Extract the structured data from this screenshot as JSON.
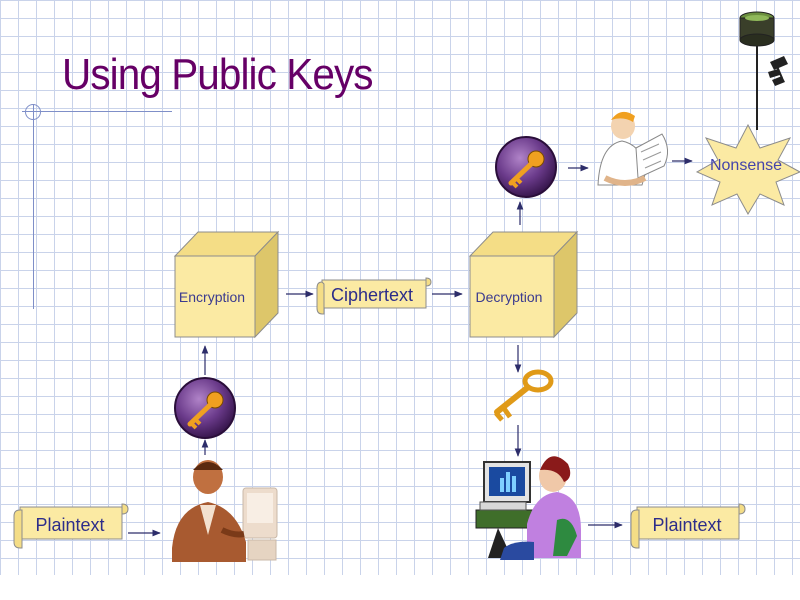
{
  "title": "Using Public Keys",
  "nodes": {
    "encryption": "Encryption",
    "decryption": "Decryption",
    "ciphertext": "Ciphertext",
    "plaintext_in": "Plaintext",
    "plaintext_out": "Plaintext",
    "nonsense": "Nonsense"
  },
  "icons": {
    "public_key": "key-medallion-icon",
    "private_key": "brass-key-icon",
    "sender": "man-at-computer-icon",
    "receiver": "woman-at-computer-icon",
    "interceptor": "man-reading-scroll-icon",
    "router": "router-drum-icon",
    "network_cable": "cable-connector-icon"
  },
  "colors": {
    "title": "#660066",
    "box_front": "#fbeaa3",
    "box_top": "#f4dd86",
    "box_side": "#ddc66a",
    "scroll_fill": "#fbeaa3",
    "medallion": "#6a3a8a",
    "key_gold": "#f0a020",
    "starburst": "#fbeaa3",
    "arrow": "#2d2d6a",
    "grid": "#c9d3ea"
  }
}
